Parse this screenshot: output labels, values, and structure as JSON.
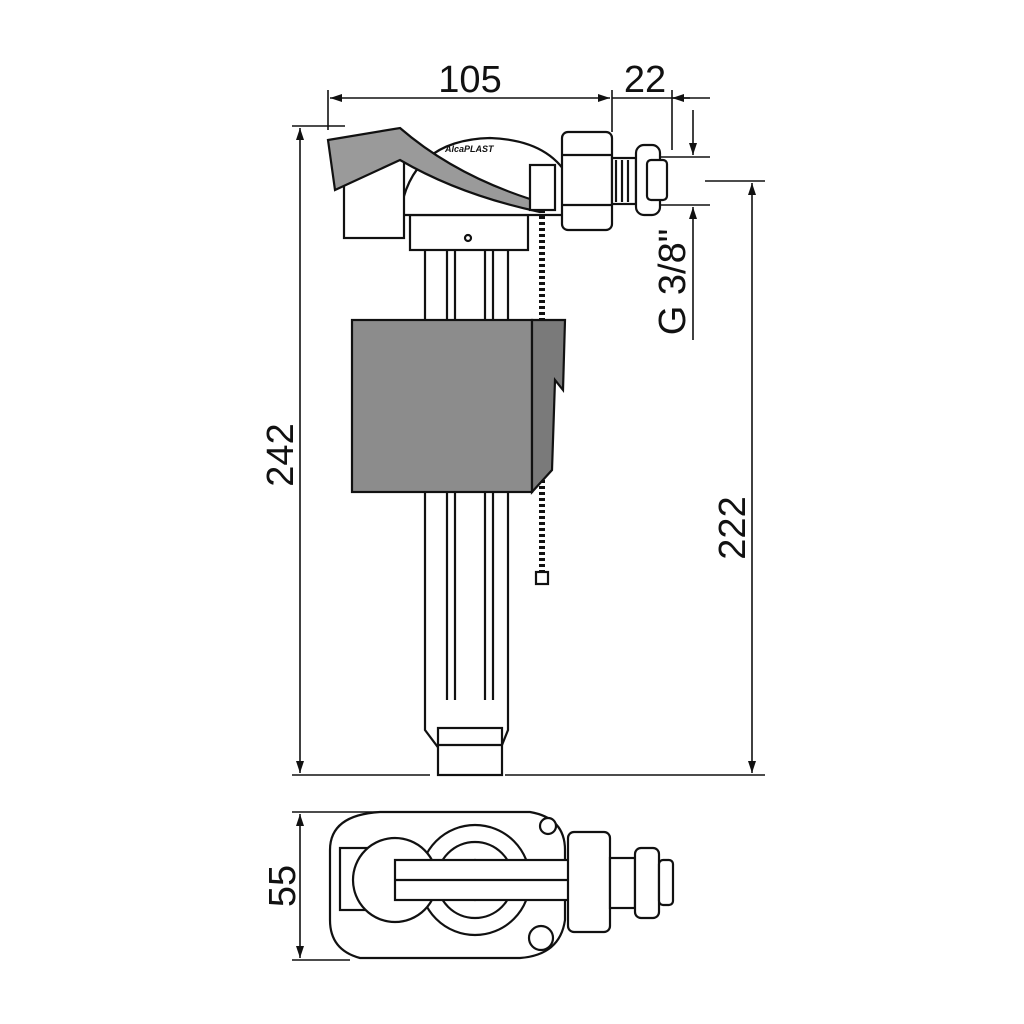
{
  "dimensions": {
    "width_body": "105",
    "width_connector": "22",
    "height_total": "242",
    "height_inlet": "222",
    "depth": "55",
    "thread": "G 3/8\""
  },
  "logo": "AlcaPLAST",
  "colors": {
    "line": "#111111",
    "float": "#8c8c8c"
  }
}
